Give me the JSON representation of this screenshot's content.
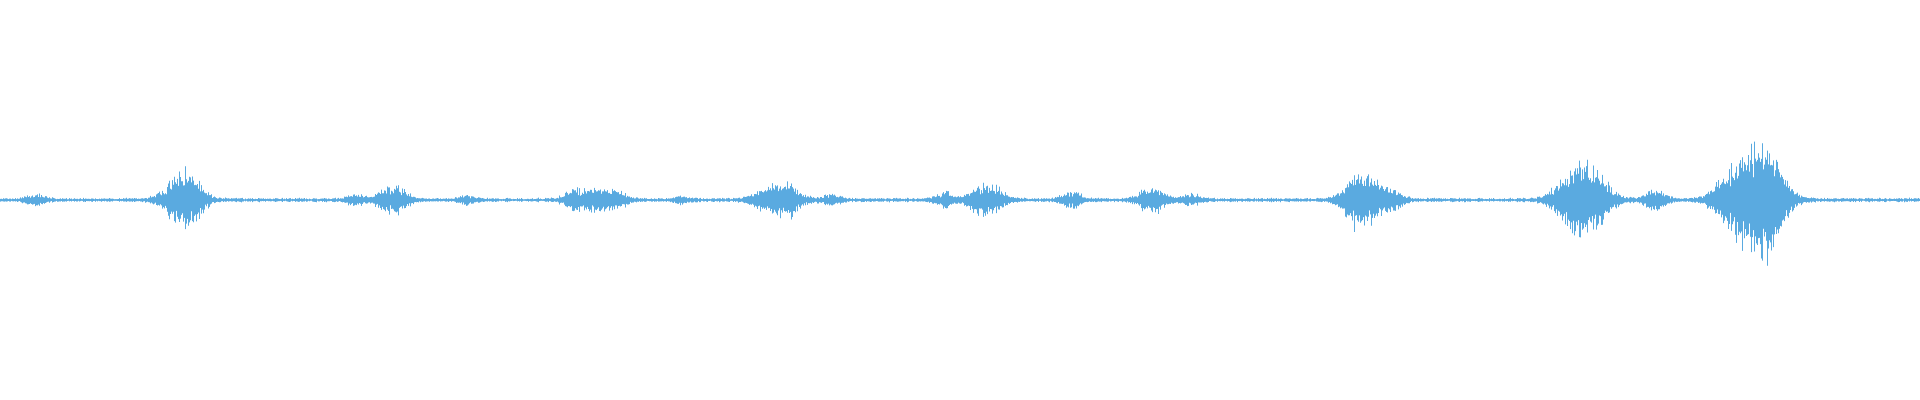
{
  "waveform": {
    "color": "#5aaae0",
    "background": "#ffffff",
    "baseline_amplitude": 0.012,
    "bursts": [
      {
        "t": 0.018,
        "amp": 0.03
      },
      {
        "t": 0.095,
        "amp": 0.14
      },
      {
        "t": 0.098,
        "amp": 0.07
      },
      {
        "t": 0.185,
        "amp": 0.03
      },
      {
        "t": 0.204,
        "amp": 0.09
      },
      {
        "t": 0.243,
        "amp": 0.02
      },
      {
        "t": 0.3,
        "amp": 0.06
      },
      {
        "t": 0.312,
        "amp": 0.07
      },
      {
        "t": 0.322,
        "amp": 0.04
      },
      {
        "t": 0.355,
        "amp": 0.02
      },
      {
        "t": 0.395,
        "amp": 0.04
      },
      {
        "t": 0.408,
        "amp": 0.11
      },
      {
        "t": 0.433,
        "amp": 0.03
      },
      {
        "t": 0.492,
        "amp": 0.04
      },
      {
        "t": 0.51,
        "amp": 0.07
      },
      {
        "t": 0.518,
        "amp": 0.06
      },
      {
        "t": 0.558,
        "amp": 0.05
      },
      {
        "t": 0.6,
        "amp": 0.08
      },
      {
        "t": 0.62,
        "amp": 0.03
      },
      {
        "t": 0.705,
        "amp": 0.09
      },
      {
        "t": 0.712,
        "amp": 0.12
      },
      {
        "t": 0.725,
        "amp": 0.05
      },
      {
        "t": 0.812,
        "amp": 0.07
      },
      {
        "t": 0.822,
        "amp": 0.1
      },
      {
        "t": 0.828,
        "amp": 0.16
      },
      {
        "t": 0.862,
        "amp": 0.06
      },
      {
        "t": 0.895,
        "amp": 0.04
      },
      {
        "t": 0.9,
        "amp": 0.03
      },
      {
        "t": 0.912,
        "amp": 0.24
      },
      {
        "t": 0.918,
        "amp": 0.15
      },
      {
        "t": 0.924,
        "amp": 0.08
      }
    ]
  }
}
